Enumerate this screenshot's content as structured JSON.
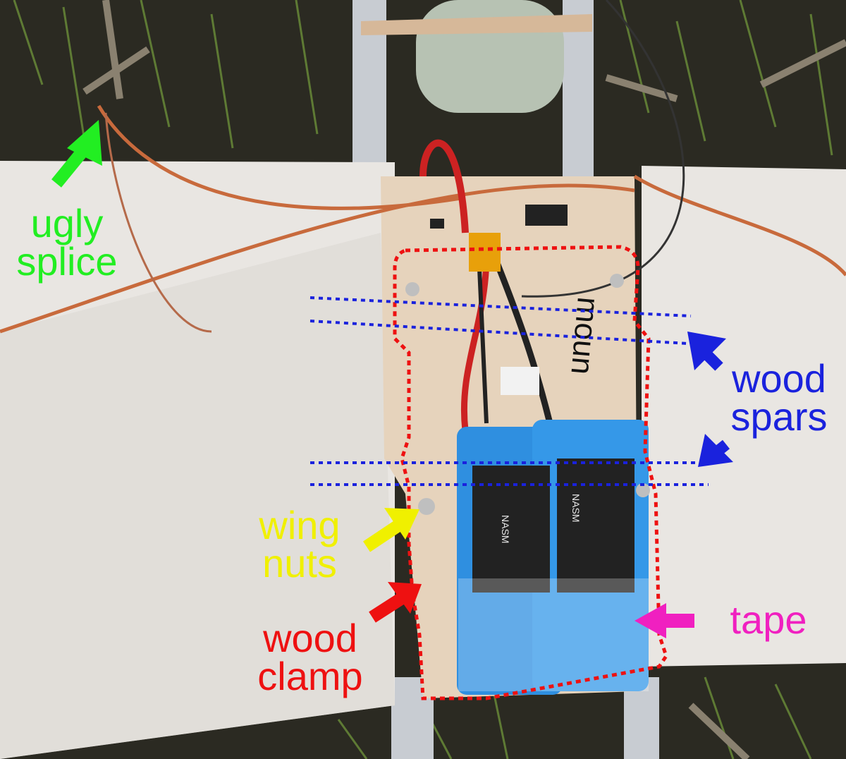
{
  "annotations": [
    {
      "id": "ugly-splice",
      "text": "ugly\nsplice",
      "color": "#22ee22"
    },
    {
      "id": "wood-spars",
      "text": "wood\nspars",
      "color": "#1a22dd"
    },
    {
      "id": "wing-nuts",
      "text": "wing\nnuts",
      "color": "#f0f000"
    },
    {
      "id": "wood-clamp",
      "text": "wood\nclamp",
      "color": "#ee1111"
    },
    {
      "id": "tape",
      "text": "tape",
      "color": "#f020c0"
    }
  ],
  "colors": {
    "wing": "#e9e6e2",
    "plywood": "#e6d3bc",
    "battery": "#2f8fe0",
    "battery_label": "#222222",
    "boom": "#c8ccd2",
    "ground": "#2b2a22",
    "grass": "#6b8f3a",
    "wire_copper": "#c86a3c",
    "wire_red": "#cc2222",
    "outline_red": "#ee1111",
    "spar_blue": "#1a22dd"
  },
  "battery_text": "NASM",
  "board_text": "moun"
}
